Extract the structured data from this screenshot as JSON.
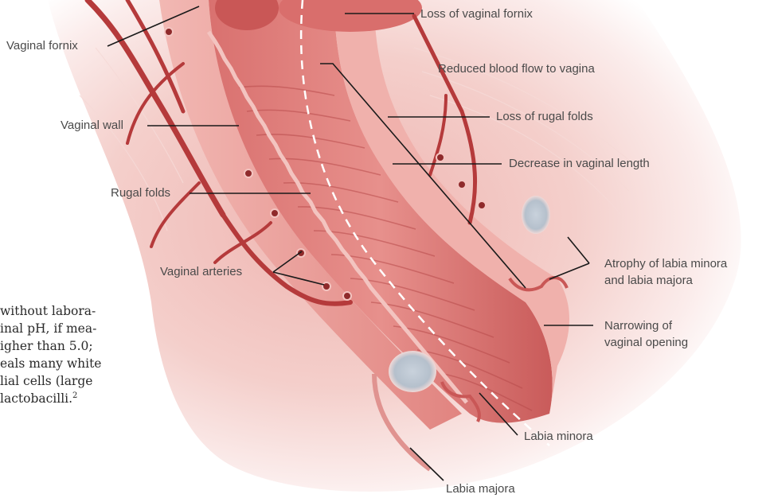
{
  "labels": {
    "vaginal_fornix": "Vaginal fornix",
    "loss_of_vaginal_fornix": "Loss of vaginal fornix",
    "reduced_blood_flow": "Reduced blood flow to vagina",
    "vaginal_wall": "Vaginal wall",
    "loss_of_rugal_folds": "Loss of rugal folds",
    "decrease_in_length": "Decrease in vaginal length",
    "rugal_folds": "Rugal folds",
    "atrophy_line1": "Atrophy of labia minora",
    "atrophy_line2": "and labia majora",
    "vaginal_arteries": "Vaginal arteries",
    "narrowing_line1": "Narrowing of",
    "narrowing_line2": "vaginal opening",
    "labia_minora": "Labia minora",
    "labia_majora": "Labia majora"
  },
  "body_text": {
    "line1": "without labora-",
    "line2": "inal pH, if mea-",
    "line3": "igher than 5.0;",
    "line4": "eals many white",
    "line5": "lial cells (large",
    "line6": "lactobacilli.",
    "footnote_ref": "2"
  },
  "colors": {
    "tissue_light": "#f3c4c0",
    "tissue_mid": "#e48a86",
    "tissue_dark": "#c4504f",
    "artery": "#b53a3b",
    "leader_line": "#1a1a1a"
  }
}
